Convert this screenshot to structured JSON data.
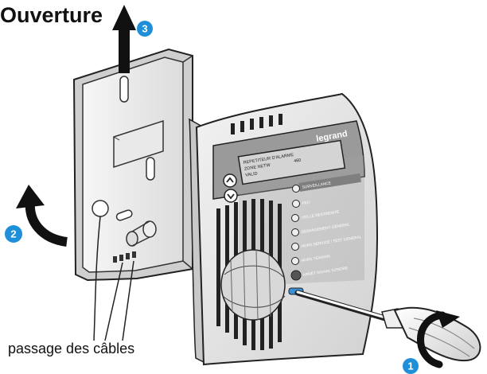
{
  "title": "Ouverture",
  "caption": "passage des câbles",
  "steps": [
    "1",
    "2",
    "3"
  ],
  "brand": "legrand",
  "display_text": [
    "REPETITEUR D'ALARME",
    "ZONE NETW",
    "VALID",
    "460"
  ],
  "indicators": [
    "SURVEILLANCE",
    "FEU",
    "VEILLE RESTREINTE",
    "DERANGEMENT GENERAL",
    "HORS SERVICE / TEST GENERAL",
    "HORS TENSION",
    "ARRET SIGNAL SONORE"
  ],
  "colors": {
    "step_badge": "#1e8fd8",
    "arrow": "#111111",
    "device_front": "#e4e4e4",
    "panel": "#9a9a9a"
  }
}
